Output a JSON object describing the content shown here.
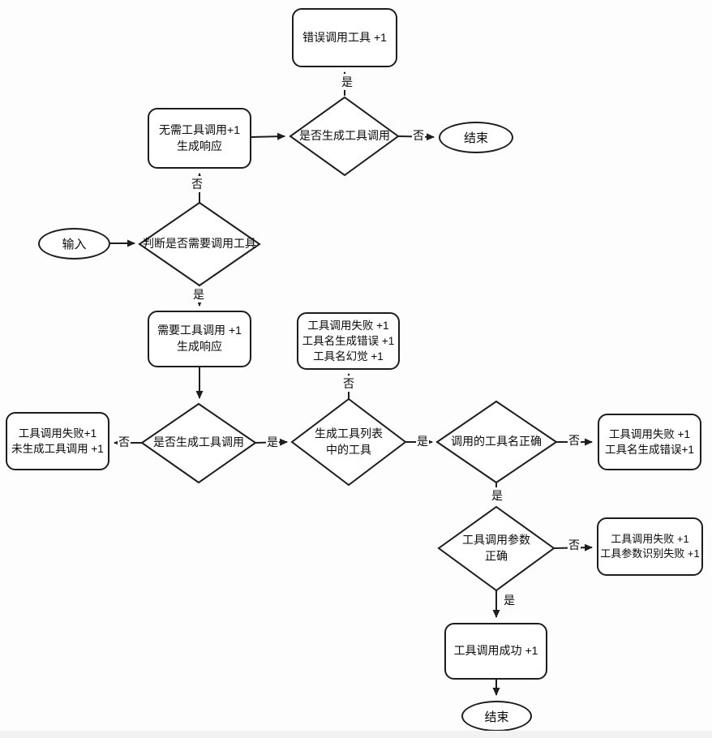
{
  "diagram": {
    "colors": {
      "stroke": "#1d1d1d",
      "node_fill": "#ffffff",
      "background": "#fdfdfd"
    },
    "nodes": {
      "input": {
        "shape": "ellipse",
        "text": "输入"
      },
      "end_top": {
        "shape": "ellipse",
        "text": "结束"
      },
      "end_bottom": {
        "shape": "ellipse",
        "text": "结束"
      },
      "judge_need_tool": {
        "shape": "diamond",
        "line1": "判断是否需要调用工具"
      },
      "generated_tool_call_top": {
        "shape": "diamond",
        "line1": "是否生成工具调用"
      },
      "generated_tool_call_mid": {
        "shape": "diamond",
        "line1": "是否生成工具调用"
      },
      "tool_in_list": {
        "shape": "diamond",
        "line1": "生成工具列表",
        "line2": "中的工具"
      },
      "name_correct": {
        "shape": "diamond",
        "line1": "调用的工具名正确"
      },
      "param_correct": {
        "shape": "diamond",
        "line1": "工具调用参数",
        "line2": "正确"
      },
      "wrong_tool_call": {
        "shape": "rect",
        "line1": "错误调用工具 +1"
      },
      "no_tool_needed": {
        "shape": "rect",
        "line1": "无需工具调用+1",
        "line2": "生成响应"
      },
      "tool_needed": {
        "shape": "rect",
        "line1": "需要工具调用 +1",
        "line2": "生成响应"
      },
      "fail_not_generated": {
        "shape": "rect",
        "line1": "工具调用失败+1",
        "line2": "未生成工具调用 +1"
      },
      "fail_name_hallucination": {
        "shape": "rect",
        "line1": "工具调用失败 +1",
        "line2": "工具名生成错误 +1",
        "line3": "工具名幻觉 +1"
      },
      "fail_name_error": {
        "shape": "rect",
        "line1": "工具调用失败 +1",
        "line2": "工具名生成错误+1"
      },
      "fail_param_error": {
        "shape": "rect",
        "line1": "工具调用失败 +1",
        "line2": "工具参数识别失败 +1"
      },
      "success": {
        "shape": "rect",
        "line1": "工具调用成功 +1"
      }
    },
    "edge_labels": [
      {
        "label": "是"
      },
      {
        "label": "否"
      },
      {
        "label": "否"
      },
      {
        "label": "是"
      },
      {
        "label": "否"
      },
      {
        "label": "是"
      },
      {
        "label": "否"
      },
      {
        "label": "是"
      },
      {
        "label": "否"
      },
      {
        "label": "是"
      },
      {
        "label": "否"
      },
      {
        "label": "是"
      }
    ]
  }
}
